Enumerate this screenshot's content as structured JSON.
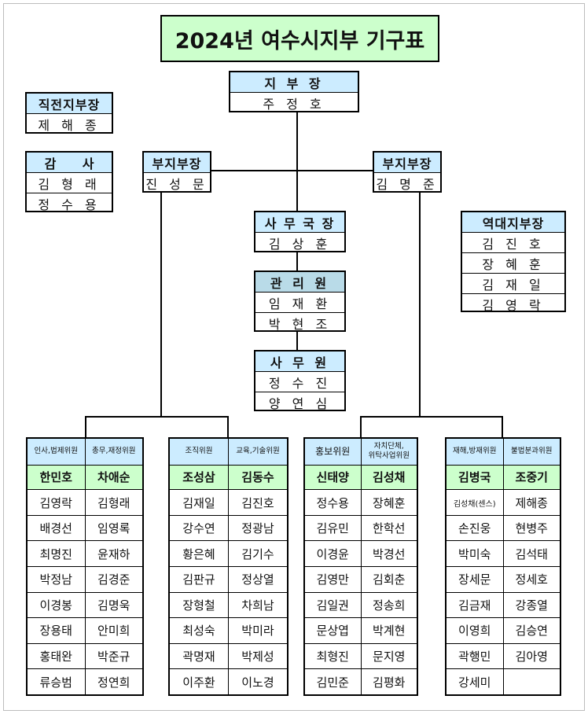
{
  "title": "2024년 여수시지부 기구표",
  "chief": {
    "title": "지 부 장",
    "name": "주 정 호"
  },
  "direct_vice": {
    "title": "직전지부장",
    "name": "제 해 종"
  },
  "auditor": {
    "title": "감      사",
    "names": [
      "김 형 래",
      "정 수 용"
    ]
  },
  "vice_left": {
    "title": "부지부장",
    "name": "진 성 문"
  },
  "vice_right": {
    "title": "부지부장",
    "name": "김 명 준"
  },
  "secretary_general": {
    "title": "사 무 국 장",
    "name": "김 상 훈"
  },
  "manager": {
    "title": "관 리 원",
    "names": [
      "임 재 환",
      "박 현 조"
    ]
  },
  "clerk": {
    "title": "사 무 원",
    "names": [
      "정 수 진",
      "양 연 심"
    ]
  },
  "former_chiefs": {
    "title": "역대지부장",
    "names": [
      "김 진 호",
      "장 혜 훈",
      "김 재 일",
      "김 영 락"
    ]
  },
  "teams": [
    {
      "cols": [
        {
          "role": "인사,법제위원",
          "leader": "한민호",
          "members": [
            "김영락",
            "배경선",
            "최명진",
            "박정남",
            "이경봉",
            "장용태",
            "홍태완",
            "류승범"
          ]
        },
        {
          "role": "총무,재정위원",
          "leader": "차애순",
          "members": [
            "김형래",
            "임영록",
            "윤재하",
            "김경준",
            "김명욱",
            "안미희",
            "박준규",
            "정연희"
          ]
        }
      ]
    },
    {
      "cols": [
        {
          "role": "조직위원",
          "leader": "조성삼",
          "members": [
            "김재일",
            "강수연",
            "황은혜",
            "김판규",
            "장형철",
            "최성숙",
            "곽명재",
            "이주환"
          ]
        },
        {
          "role": "교육,기술위원",
          "leader": "김동수",
          "members": [
            "김진호",
            "정광남",
            "김기수",
            "정상열",
            "차희남",
            "박미라",
            "박제성",
            "이노경"
          ]
        }
      ]
    },
    {
      "cols": [
        {
          "role": "홍보위원",
          "leader": "신태양",
          "members": [
            "정수용",
            "김유민",
            "이경윤",
            "김영만",
            "김일권",
            "문상엽",
            "최형진",
            "김민준"
          ]
        },
        {
          "role": "자치단체,\n위탁사업위원",
          "leader": "김성채",
          "members": [
            "장혜훈",
            "한학선",
            "박경선",
            "김회춘",
            "정송희",
            "박계현",
            "문지영",
            "김평화"
          ]
        }
      ]
    },
    {
      "cols": [
        {
          "role": "재해,방재위원",
          "leader": "김병국",
          "members": [
            "김성채(센스)",
            "손진웅",
            "박미숙",
            "장세문",
            "김금재",
            "이영희",
            "곽행민",
            "강세미"
          ]
        },
        {
          "role": "불법분과위원",
          "leader": "조중기",
          "members": [
            "제해종",
            "현병주",
            "김석태",
            "정세호",
            "강종열",
            "김승연",
            "김아영"
          ]
        }
      ]
    }
  ]
}
